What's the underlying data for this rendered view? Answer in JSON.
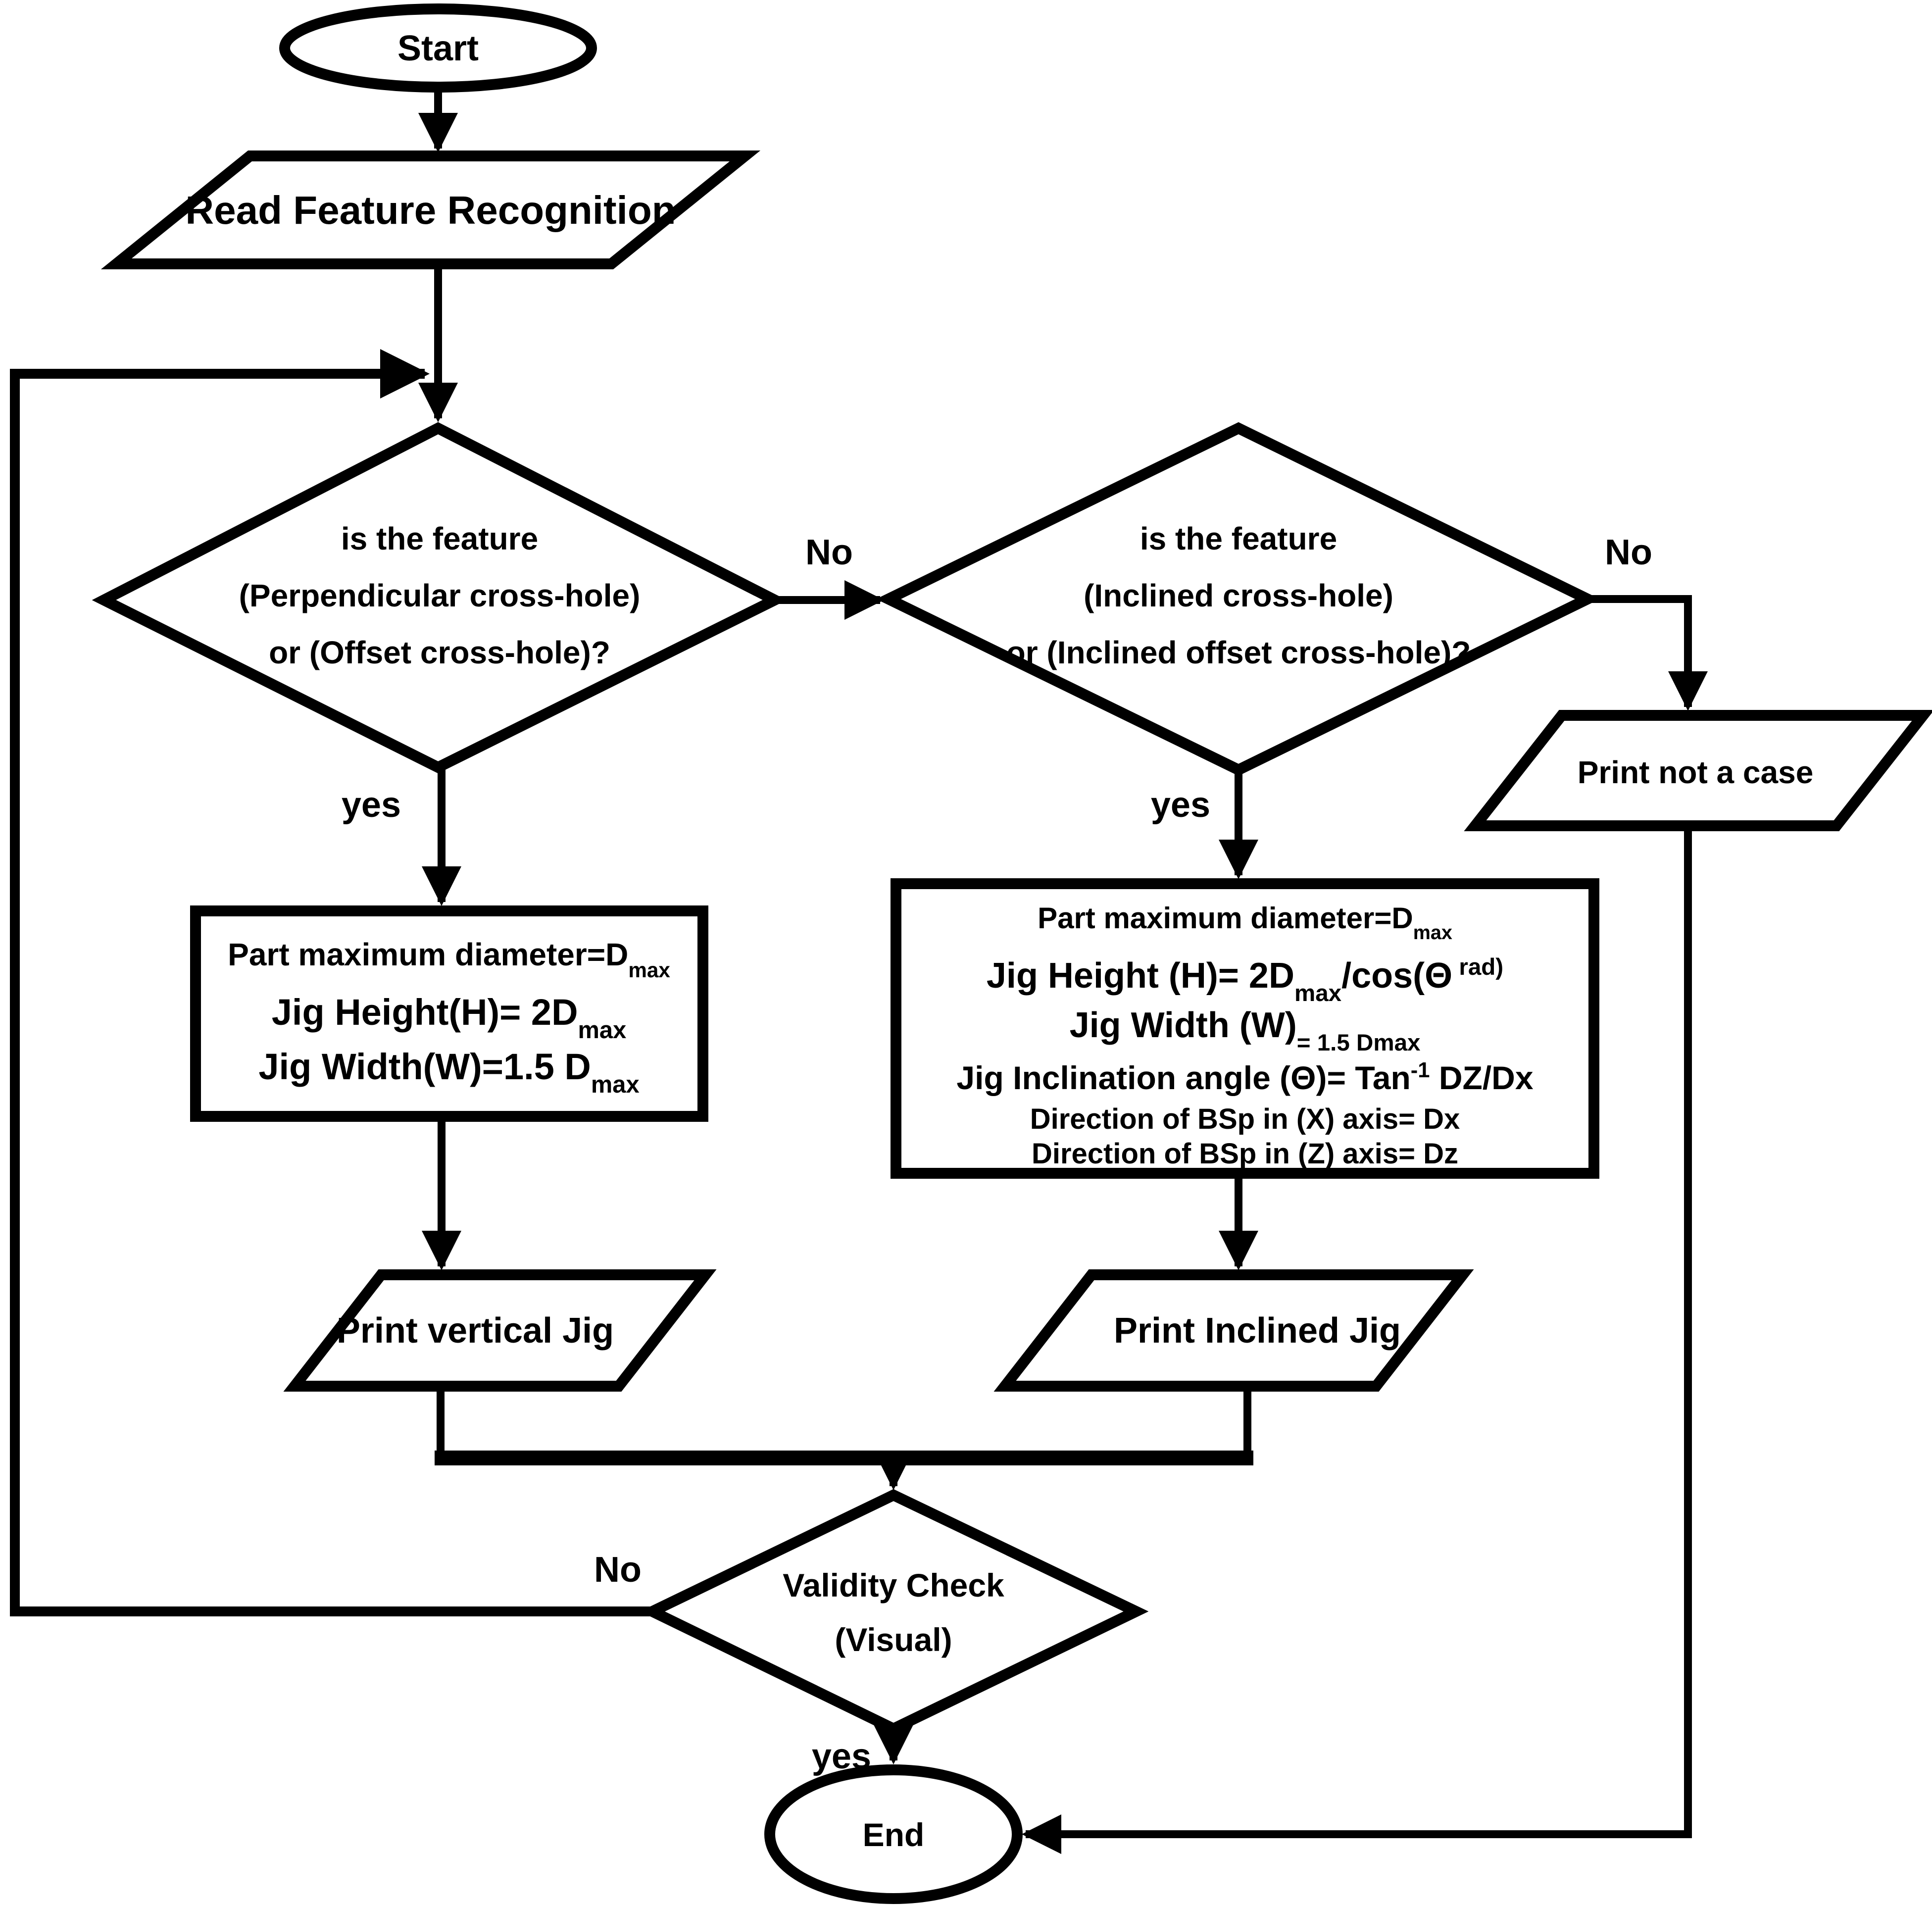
{
  "diagram": {
    "title_hint": "Jig design feature-recognition flowchart",
    "colors": {
      "background": "#ffffff",
      "line": "#000000",
      "text": "#000000"
    },
    "nodes": {
      "start": {
        "type": "terminator",
        "label": "Start"
      },
      "read_feature": {
        "type": "io",
        "label": "Read Feature Recognition"
      },
      "decision_perpendicular": {
        "type": "decision",
        "lines": [
          "is the feature",
          "(Perpendicular cross-hole)",
          "or (Offset cross-hole)?"
        ]
      },
      "decision_inclined": {
        "type": "decision",
        "lines": [
          "is the feature",
          "(Inclined cross-hole)",
          "or (Inclined offset cross-hole)?"
        ]
      },
      "process_vertical": {
        "type": "process",
        "rich_lines": [
          [
            {
              "t": "Part maximum diameter=D"
            },
            {
              "t": "max",
              "v": "sub"
            }
          ],
          [
            {
              "t": "Jig Height(H)= 2D"
            },
            {
              "t": "max",
              "v": "sub"
            }
          ],
          [
            {
              "t": "Jig Width(W)=1.5 D"
            },
            {
              "t": "max",
              "v": "sub"
            }
          ]
        ]
      },
      "process_inclined": {
        "type": "process",
        "rich_lines": [
          [
            {
              "t": "Part maximum diameter=D"
            },
            {
              "t": "max",
              "v": "sub"
            }
          ],
          [
            {
              "t": "Jig Height (H)= 2D"
            },
            {
              "t": "max",
              "v": "sub"
            },
            {
              "t": "/cos(Θ"
            },
            {
              "t": " rad)",
              "v": "sup"
            }
          ],
          [
            {
              "t": "Jig Width (W)"
            },
            {
              "t": "= 1.5 Dmax",
              "v": "sub"
            }
          ],
          [
            {
              "t": "Jig Inclination angle (Θ)= Tan"
            },
            {
              "t": "-1",
              "v": "sup"
            },
            {
              "t": " DZ/Dx"
            }
          ],
          [
            {
              "t": "Direction of BSp in (X) axis= Dx"
            }
          ],
          [
            {
              "t": "Direction of BSp in (Z) axis= Dz"
            }
          ]
        ]
      },
      "print_vertical": {
        "type": "io",
        "label": "Print vertical Jig"
      },
      "print_inclined": {
        "type": "io",
        "label": "Print Inclined Jig"
      },
      "print_not_case": {
        "type": "io",
        "label": "Print not a case"
      },
      "validity": {
        "type": "decision",
        "lines": [
          "Validity Check",
          "(Visual)"
        ]
      },
      "end": {
        "type": "terminator",
        "label": "End"
      }
    },
    "edge_labels": {
      "d1_yes": "yes",
      "d1_no": "No",
      "d2_yes": "yes",
      "d2_no": "No",
      "validity_no": "No",
      "validity_yes": "yes"
    }
  }
}
